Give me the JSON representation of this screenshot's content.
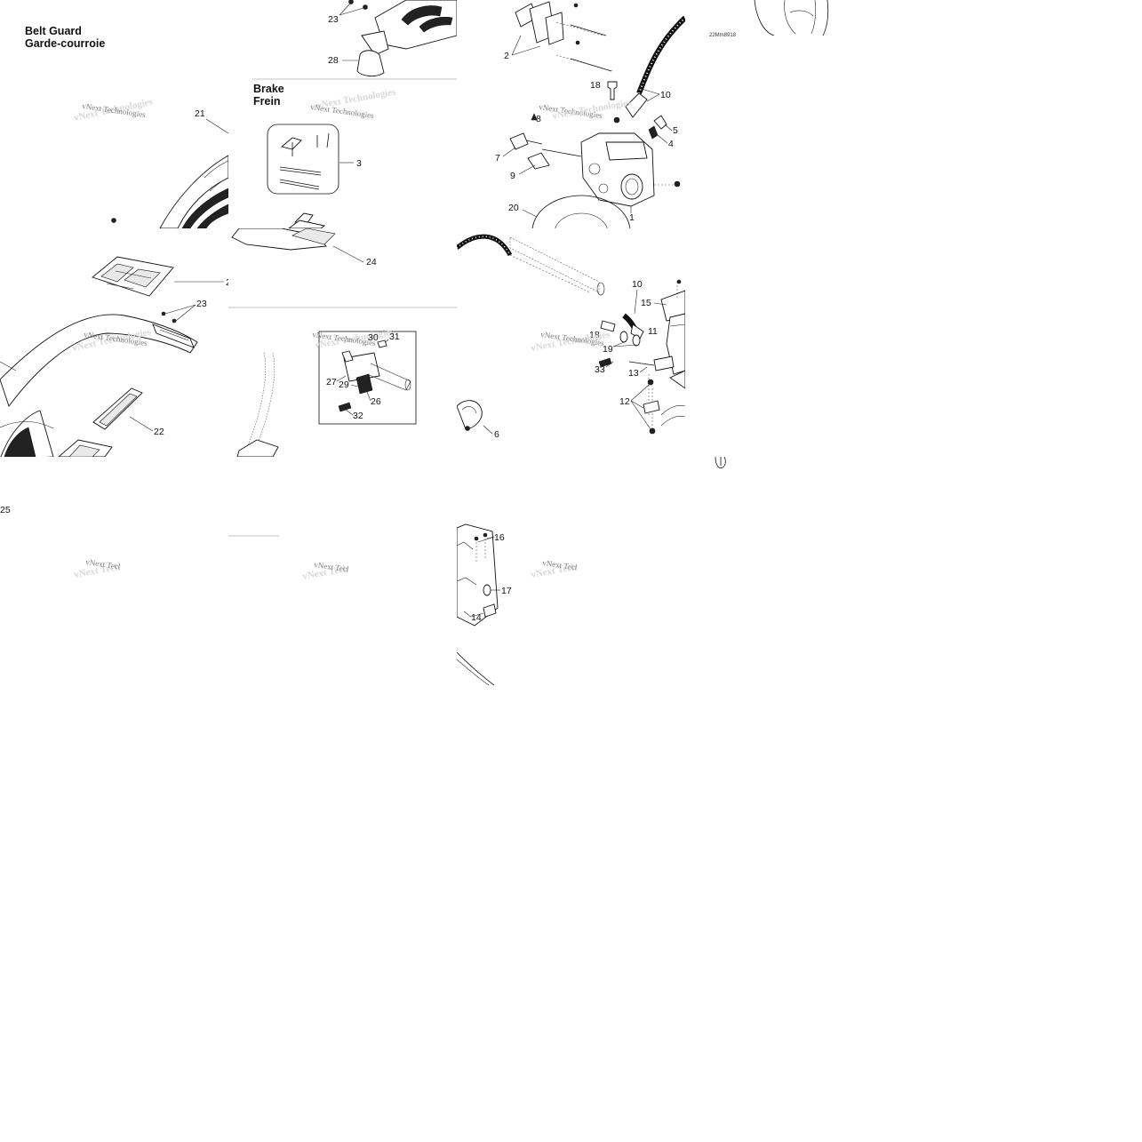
{
  "belt_guard": {
    "title_en": "Belt Guard",
    "title_fr": "Garde-courroie"
  },
  "brake": {
    "title_en": "Brake",
    "title_fr": "Frein"
  },
  "watermark": "vNext Technologies",
  "drawing_code": "22Mm8918",
  "part_numbers": {
    "p1": "1",
    "p2": "2",
    "p3": "3",
    "p4": "4",
    "p5": "5",
    "p6": "6",
    "p7": "7",
    "p8": "8",
    "p9": "9",
    "p10": "10",
    "p11": "11",
    "p12": "12",
    "p13": "13",
    "p14": "14",
    "p15": "15",
    "p16": "16",
    "p17": "17",
    "p18": "18",
    "p19": "19",
    "p20": "20",
    "p21": "21",
    "p22": "22",
    "p23": "23",
    "p24": "24",
    "p25": "25",
    "p26": "26",
    "p27": "27",
    "p28": "28",
    "p29": "29",
    "p30": "30",
    "p31": "31",
    "p32": "32",
    "p33": "33"
  }
}
